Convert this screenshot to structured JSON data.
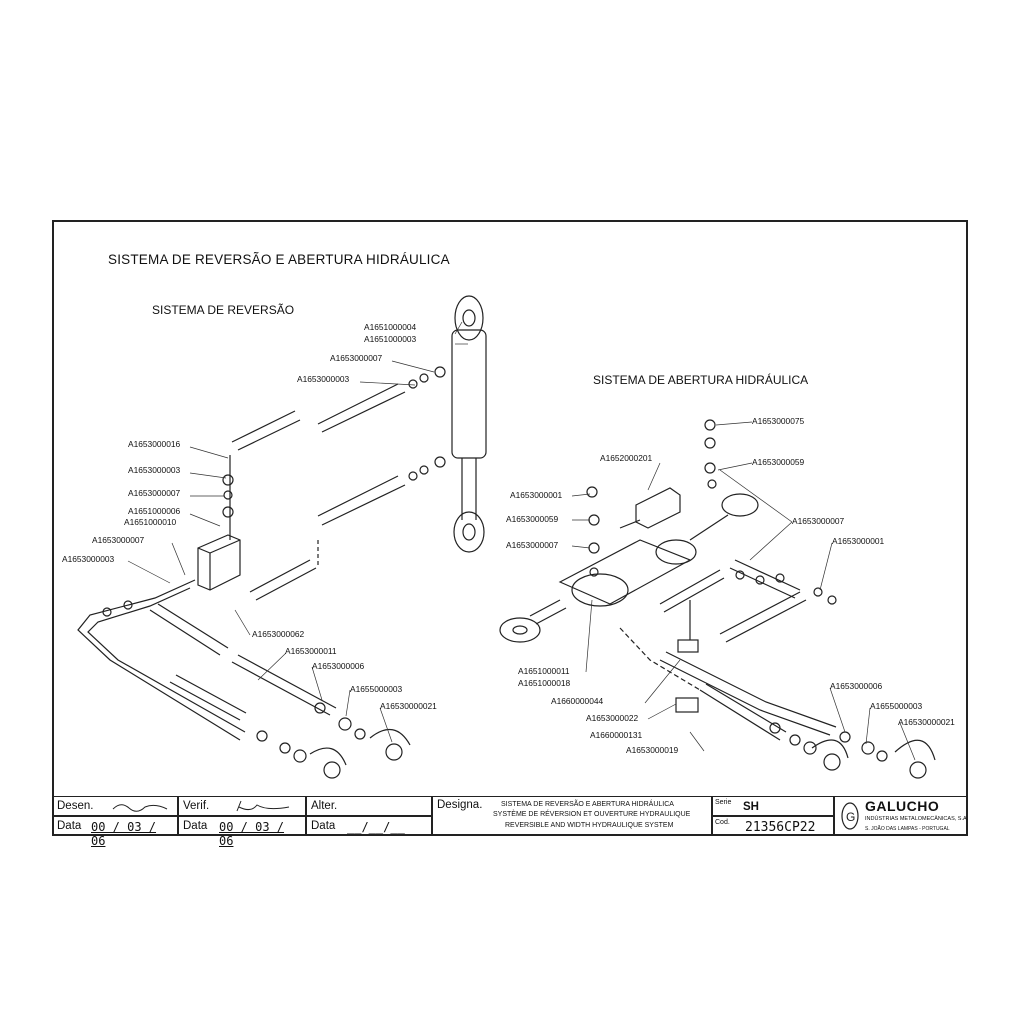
{
  "title": "SISTEMA DE REVERSÃO E ABERTURA HIDRÁULICA",
  "section_left": "SISTEMA DE REVERSÃO",
  "section_right": "SISTEMA DE ABERTURA HIDRÁULICA",
  "part_labels_left": [
    "A1651000004",
    "A1651000003",
    "A1653000007",
    "A1653000003",
    "A1653000016",
    "A1653000003",
    "A1653000007",
    "A1651000006",
    "A1651000010",
    "A1653000007",
    "A1653000003",
    "A1653000062",
    "A1653000011",
    "A1653000006",
    "A1655000003",
    "A16530000021"
  ],
  "part_labels_right": [
    "A1653000075",
    "A1652000201",
    "A1653000059",
    "A1653000001",
    "A1653000059",
    "A1653000007",
    "A1653000007",
    "A1653000001",
    "A1651000011",
    "A1651000018",
    "A1660000044",
    "A1653000022",
    "A1660000131",
    "A1653000019",
    "A1653000006",
    "A1655000003",
    "A16530000021"
  ],
  "title_block": {
    "desen_label": "Desen.",
    "verif_label": "Verif.",
    "alter_label": "Alter.",
    "data_label": "Data",
    "desen_date": "00 / 03 / 06",
    "verif_date": "00 / 03 / 06",
    "alter_date": "__/__/__",
    "designa_label": "Designa.",
    "designa_pt": "SISTEMA DE REVERSÃO E ABERTURA HIDRÁULICA",
    "designa_fr": "SYSTÈME DE RÉVERSION ET OUVERTURE HYDRAULIQUE",
    "designa_en": "REVERSIBLE AND WIDTH HYDRAULIQUE SYSTEM",
    "serie_label": "Serie",
    "serie_value": "SH",
    "cod_label": "Cod.",
    "cod_value": "21356CP22",
    "company": "GALUCHO",
    "company_sub": "INDÚSTRIAS METALOMECÂNICAS, S.A.",
    "company_loc": "S. JOÃO DAS LAMPAS - PORTUGAL"
  }
}
